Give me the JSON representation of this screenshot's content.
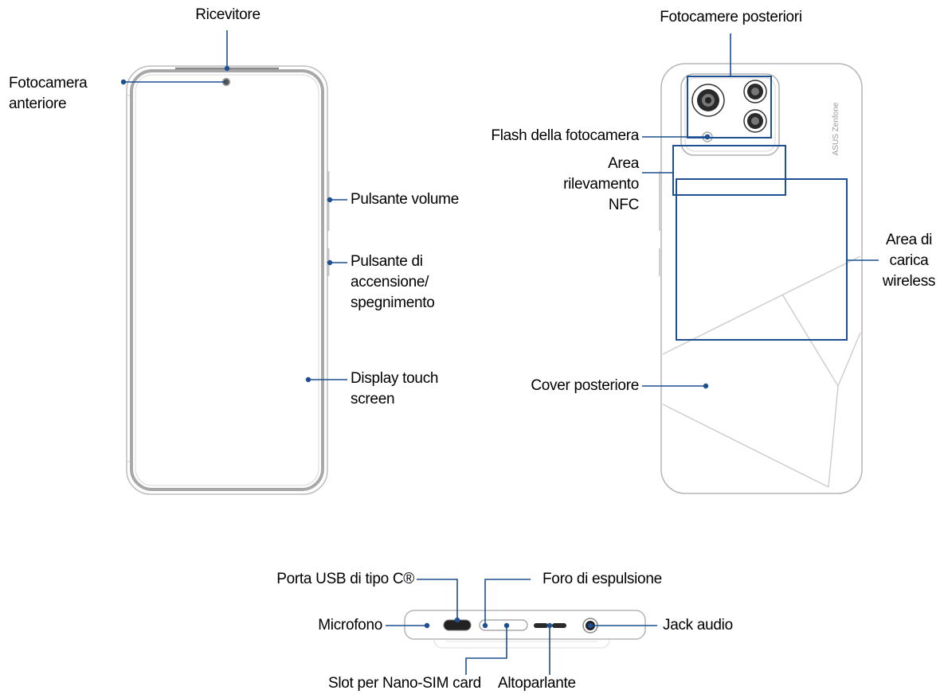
{
  "colors": {
    "callout": "#1d4f91",
    "outline": "#b5b5b5",
    "frame": "#a8a8a8"
  },
  "front": {
    "receiver": "Ricevitore",
    "front_camera": [
      "Fotocamera",
      "anteriore"
    ],
    "volume_button": "Pulsante volume",
    "power_button": [
      "Pulsante di",
      "accensione/",
      "spegnimento"
    ],
    "touch_display": [
      "Display touch",
      "screen"
    ]
  },
  "back": {
    "rear_cameras": "Fotocamere posteriori",
    "camera_flash": "Flash della fotocamera",
    "nfc_area": [
      "Area",
      "rilevamento",
      "NFC"
    ],
    "wireless_area": [
      "Area di",
      "carica",
      "wireless"
    ],
    "back_cover": "Cover posteriore",
    "brand_text": "ASUS Zenfone"
  },
  "bottom": {
    "usb_port": "Porta USB di tipo C®",
    "eject_hole": "Foro di espulsione",
    "microphone": "Microfono",
    "audio_jack": "Jack audio",
    "sim_slot": "Slot per Nano-SIM card",
    "speaker": "Altoparlante"
  }
}
